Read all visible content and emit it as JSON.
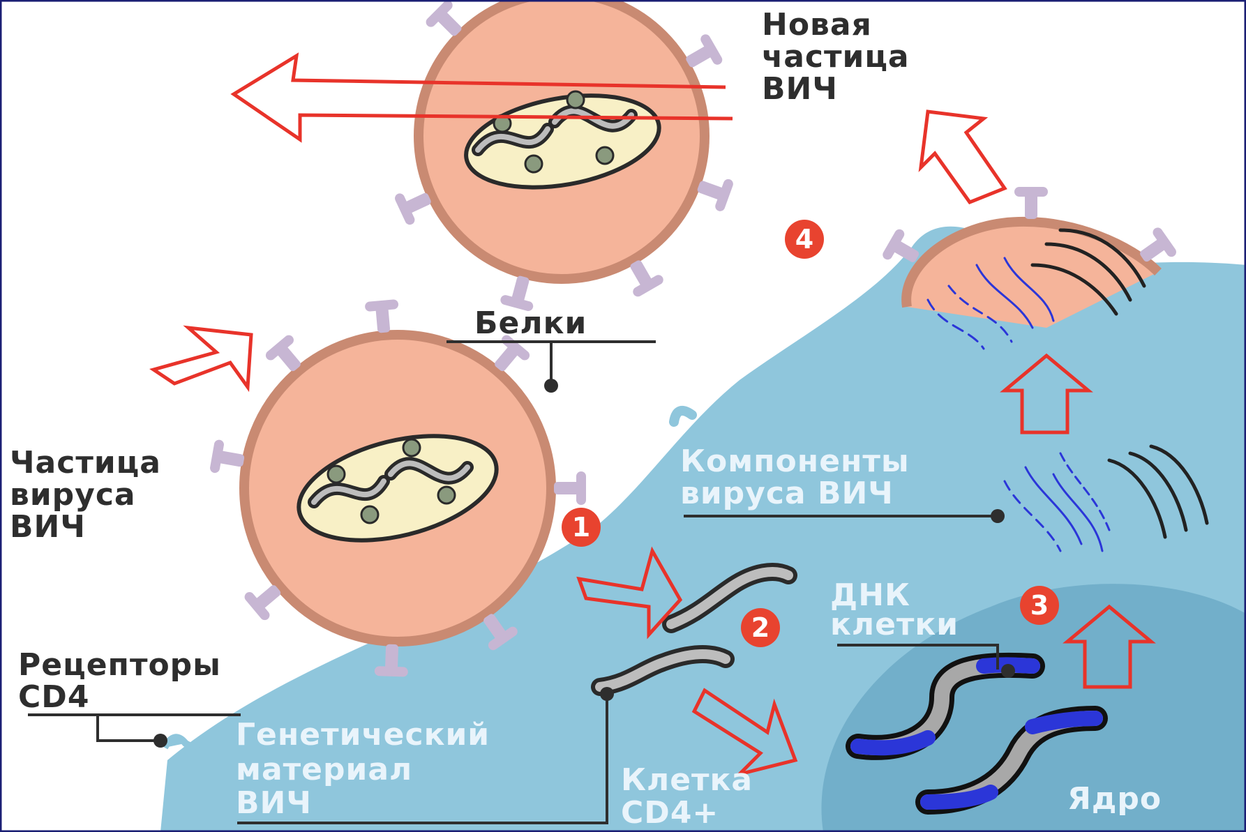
{
  "labels": {
    "new_particle": [
      "Новая",
      "частица",
      "ВИЧ"
    ],
    "proteins": "Белки",
    "hiv_particle": [
      "Частица",
      "вируса",
      "ВИЧ"
    ],
    "hiv_components": [
      "Компоненты",
      "вируса ВИЧ"
    ],
    "cell_dna": [
      "ДНК",
      "клетки"
    ],
    "cd4_receptors": [
      "Рецепторы",
      "CD4"
    ],
    "genetic_material": [
      "Генетический",
      "материал",
      "ВИЧ"
    ],
    "cd4_cell": [
      "Клетка",
      "CD4+"
    ],
    "nucleus": "Ядро"
  },
  "steps": [
    "1",
    "2",
    "3",
    "4"
  ],
  "colors": {
    "cell": "#8fc6dc",
    "nucleus": "#72afca",
    "virus_body": "#f5b49a",
    "virus_membrane": "#c98a72",
    "core": "#f8f0c6",
    "arrow": "#e8332a",
    "badge": "#e8432f",
    "protein": "#c7b6d3",
    "rna_blue": "#2b36d8",
    "text_dark": "#2e2e2e",
    "frame": "#1b1f74"
  }
}
